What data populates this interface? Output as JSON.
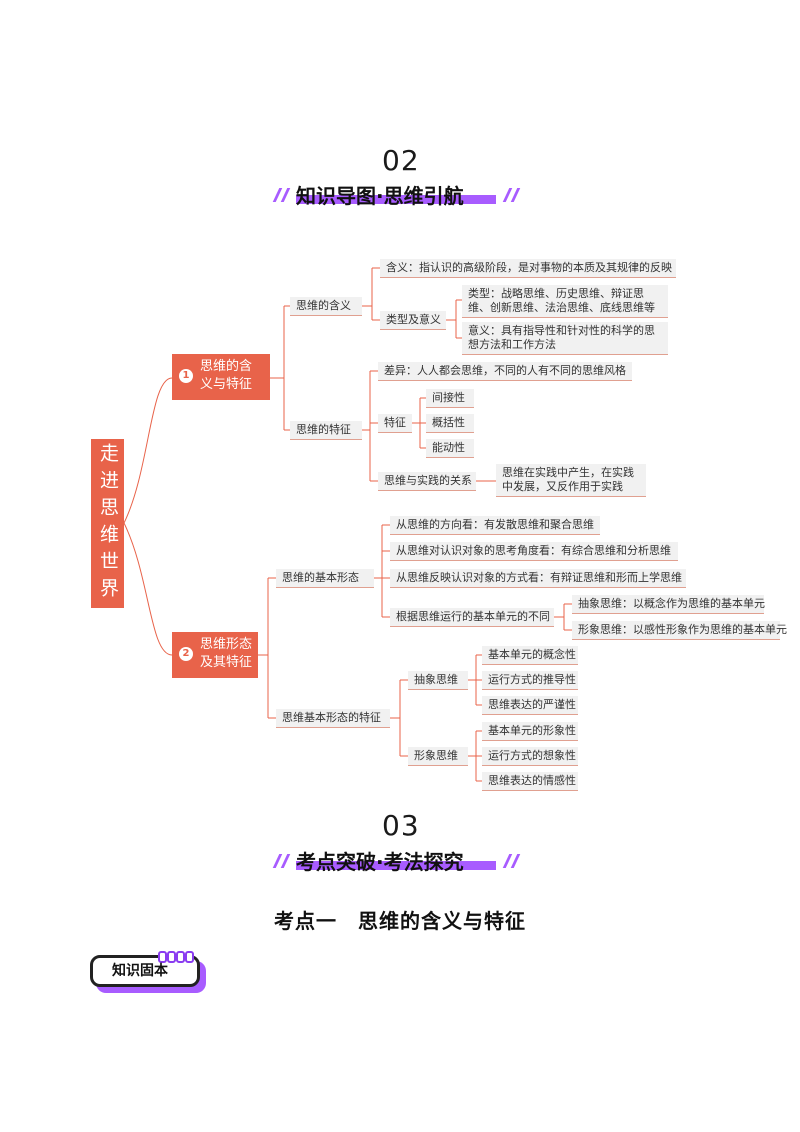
{
  "section2": {
    "number": "02",
    "title": "知识导图·思维引航"
  },
  "section3": {
    "number": "03",
    "title": "考点突破·考法探究"
  },
  "mindmap": {
    "root": "走进思维世界",
    "branch1": {
      "index": "1",
      "label": "思维的含义与特征",
      "meaning": {
        "label": "思维的含义",
        "definition": "含义：指认识的高级阶段，是对事物的本质及其规律的反映",
        "types_label": "类型及意义",
        "types": "类型：战略思维、历史思维、辩证思维、创新思维、法治思维、底线思维等",
        "significance": "意义：具有指导性和针对性的科学的思想方法和工作方法"
      },
      "features": {
        "label": "思维的特征",
        "difference": "差异：人人都会思维，不同的人有不同的思维风格",
        "feature_label": "特征",
        "items": [
          "间接性",
          "概括性",
          "能动性"
        ],
        "practice_label": "思维与实践的关系",
        "practice": "思维在实践中产生，在实践中发展，又反作用于实践"
      }
    },
    "branch2": {
      "index": "2",
      "label": "思维形态及其特征",
      "forms": {
        "label": "思维的基本形态",
        "items": [
          "从思维的方向看：有发散思维和聚合思维",
          "从思维对认识对象的思考角度看：有综合思维和分析思维",
          "从思维反映认识对象的方式看：有辩证思维和形而上学思维"
        ],
        "unit_label": "根据思维运行的基本单元的不同",
        "abstract": "抽象思维：以概念作为思维的基本单元",
        "image": "形象思维：以感性形象作为思维的基本单元"
      },
      "features": {
        "label": "思维基本形态的特征",
        "abstract_label": "抽象思维",
        "abstract_items": [
          "基本单元的概念性",
          "运行方式的推导性",
          "思维表达的严谨性"
        ],
        "image_label": "形象思维",
        "image_items": [
          "基本单元的形象性",
          "运行方式的想象性",
          "思维表达的情感性"
        ]
      }
    }
  },
  "topic_title": "考点一　思维的含义与特征",
  "knowledge_tag": "知识固本",
  "colors": {
    "accent": "#e8634a",
    "purple": "#a85cff"
  }
}
